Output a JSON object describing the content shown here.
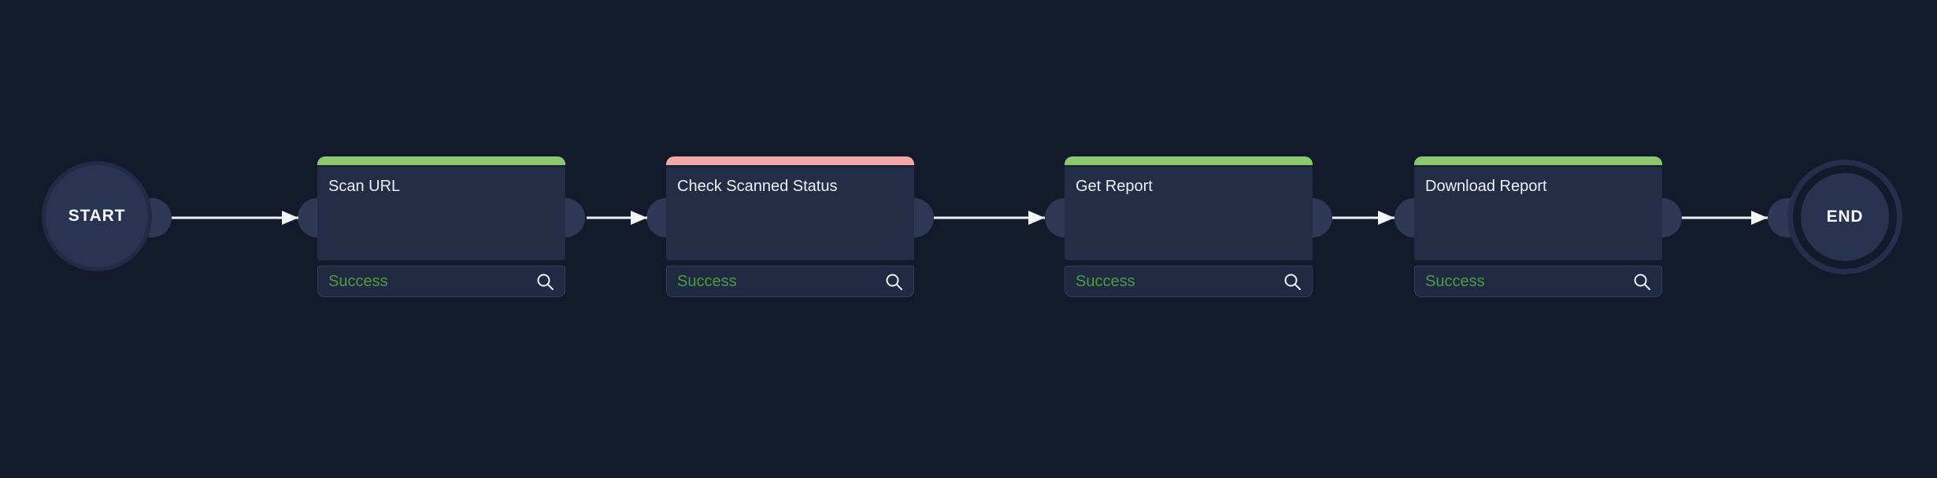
{
  "workflow": {
    "start_label": "START",
    "end_label": "END",
    "nodes": [
      {
        "title": "Scan URL",
        "status": "Success",
        "bar_color": "#8bc96e",
        "status_color": "#4e9c3e",
        "action_icon": "magnifier-icon"
      },
      {
        "title": "Check Scanned Status",
        "status": "Success",
        "bar_color": "#f0a8a8",
        "status_color": "#4e9c3e",
        "action_icon": "magnifier-icon"
      },
      {
        "title": "Get Report",
        "status": "Success",
        "bar_color": "#8bc96e",
        "status_color": "#4e9c3e",
        "action_icon": "magnifier-icon"
      },
      {
        "title": "Download Report",
        "status": "Success",
        "bar_color": "#8bc96e",
        "status_color": "#4e9c3e",
        "action_icon": "magnifier-icon"
      }
    ],
    "edges": [
      {
        "from": "START",
        "to": "Scan URL"
      },
      {
        "from": "Scan URL",
        "to": "Check Scanned Status"
      },
      {
        "from": "Check Scanned Status",
        "to": "Get Report"
      },
      {
        "from": "Get Report",
        "to": "Download Report"
      },
      {
        "from": "Download Report",
        "to": "END"
      }
    ],
    "colors": {
      "background": "#121a2b",
      "node_body": "#232d46",
      "node_footer": "#202a43",
      "port": "#2e3a55",
      "arrow": "#f2f3f5",
      "header_green": "#8bc96e",
      "header_pink": "#f0a8a8",
      "status_green": "#4e9c3e",
      "terminal_fill": "#293453"
    }
  }
}
